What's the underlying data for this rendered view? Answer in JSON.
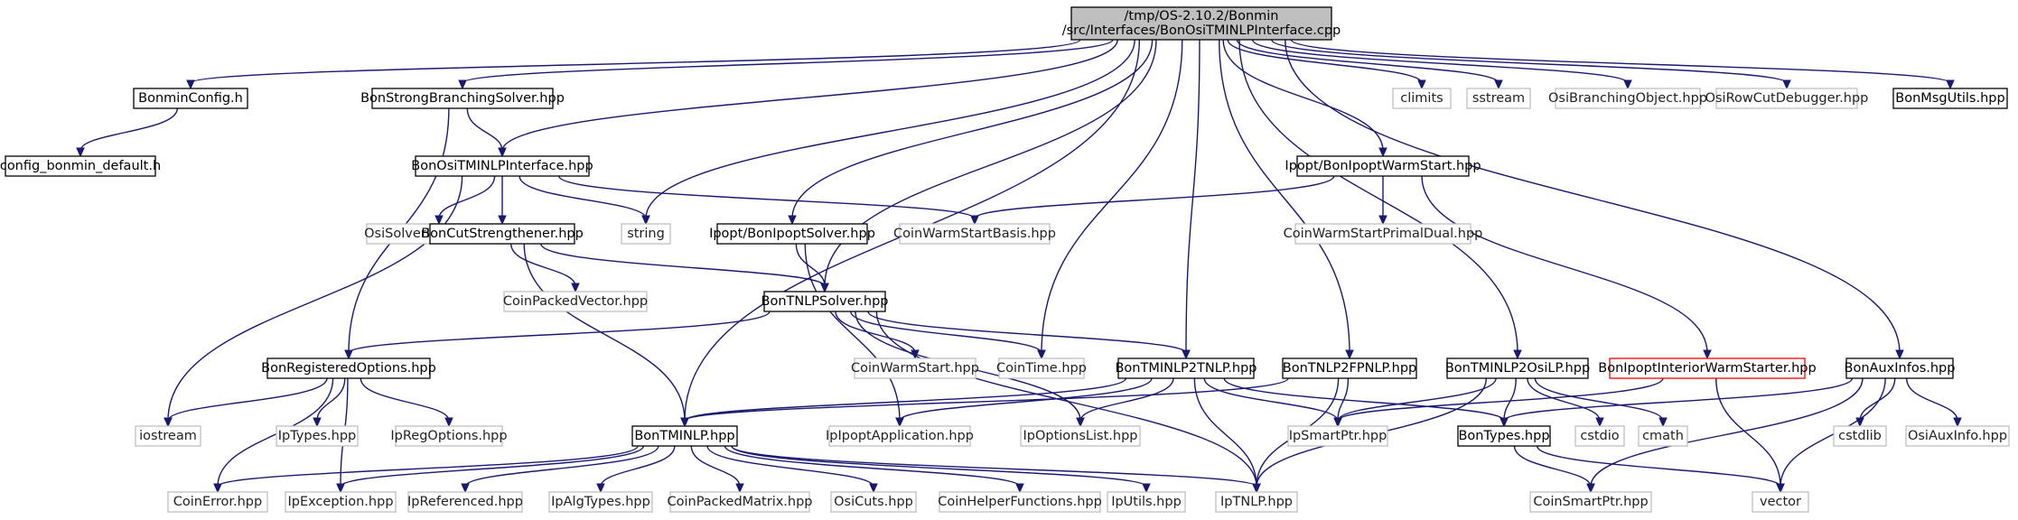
{
  "diagram": {
    "type": "include-dependency-graph",
    "colors": {
      "edge": "#191970",
      "root_fill": "#bfbfbf",
      "node_border": "#000000",
      "external_border": "#bfbfbf",
      "truncated_border": "#ff0000"
    },
    "nodes": [
      {
        "id": "root",
        "lines": [
          "/tmp/OS-2.10.2/Bonmin",
          "/src/Interfaces/BonOsiTMINLPInterface.cpp"
        ],
        "style": "root"
      },
      {
        "id": "bonminconfig",
        "lines": [
          "BonminConfig.h"
        ],
        "style": "normal"
      },
      {
        "id": "configdefault",
        "lines": [
          "config_bonmin_default.h"
        ],
        "style": "normal"
      },
      {
        "id": "strongbranch",
        "lines": [
          "BonStrongBranchingSolver.hpp"
        ],
        "style": "normal"
      },
      {
        "id": "osiinterface",
        "lines": [
          "BonOsiTMINLPInterface.hpp"
        ],
        "style": "normal"
      },
      {
        "id": "climits",
        "lines": [
          "climits"
        ],
        "style": "external"
      },
      {
        "id": "sstream",
        "lines": [
          "sstream"
        ],
        "style": "external"
      },
      {
        "id": "osibranching",
        "lines": [
          "OsiBranchingObject.hpp"
        ],
        "style": "external"
      },
      {
        "id": "osirowcut",
        "lines": [
          "OsiRowCutDebugger.hpp"
        ],
        "style": "external"
      },
      {
        "id": "msgutils",
        "lines": [
          "BonMsgUtils.hpp"
        ],
        "style": "normal"
      },
      {
        "id": "ipoptwarmstart",
        "lines": [
          "Ipopt/BonIpoptWarmStart.hpp"
        ],
        "style": "normal"
      },
      {
        "id": "osisolverif",
        "lines": [
          "OsiSolverInterface.hpp"
        ],
        "style": "external"
      },
      {
        "id": "cutstrength",
        "lines": [
          "BonCutStrengthener.hpp"
        ],
        "style": "normal"
      },
      {
        "id": "string",
        "lines": [
          "string"
        ],
        "style": "external"
      },
      {
        "id": "ipoptsolver",
        "lines": [
          "Ipopt/BonIpoptSolver.hpp"
        ],
        "style": "normal"
      },
      {
        "id": "coinwarmbasis",
        "lines": [
          "CoinWarmStartBasis.hpp"
        ],
        "style": "external"
      },
      {
        "id": "coinwarmprimaldual",
        "lines": [
          "CoinWarmStartPrimalDual.hpp"
        ],
        "style": "external"
      },
      {
        "id": "coinpackedvec",
        "lines": [
          "CoinPackedVector.hpp"
        ],
        "style": "external"
      },
      {
        "id": "tnlpsolver",
        "lines": [
          "BonTNLPSolver.hpp"
        ],
        "style": "normal"
      },
      {
        "id": "regoptions",
        "lines": [
          "BonRegisteredOptions.hpp"
        ],
        "style": "normal"
      },
      {
        "id": "coinwarmstart",
        "lines": [
          "CoinWarmStart.hpp"
        ],
        "style": "external"
      },
      {
        "id": "cointime",
        "lines": [
          "CoinTime.hpp"
        ],
        "style": "external"
      },
      {
        "id": "tminlp2tnlp",
        "lines": [
          "BonTMINLP2TNLP.hpp"
        ],
        "style": "normal"
      },
      {
        "id": "tnlp2fpnlp",
        "lines": [
          "BonTNLP2FPNLP.hpp"
        ],
        "style": "normal"
      },
      {
        "id": "tminlp2osilp",
        "lines": [
          "BonTMINLP2OsiLP.hpp"
        ],
        "style": "normal"
      },
      {
        "id": "ipoptinterior",
        "lines": [
          "BonIpoptInteriorWarmStarter.hpp"
        ],
        "style": "truncated"
      },
      {
        "id": "auxinfos",
        "lines": [
          "BonAuxInfos.hpp"
        ],
        "style": "normal"
      },
      {
        "id": "iostream",
        "lines": [
          "iostream"
        ],
        "style": "external"
      },
      {
        "id": "iptypes",
        "lines": [
          "IpTypes.hpp"
        ],
        "style": "external"
      },
      {
        "id": "ipregoptions",
        "lines": [
          "IpRegOptions.hpp"
        ],
        "style": "external"
      },
      {
        "id": "tminlp",
        "lines": [
          "BonTMINLP.hpp"
        ],
        "style": "normal"
      },
      {
        "id": "ipoptapp",
        "lines": [
          "IpIpoptApplication.hpp"
        ],
        "style": "external"
      },
      {
        "id": "ipoptionslist",
        "lines": [
          "IpOptionsList.hpp"
        ],
        "style": "external"
      },
      {
        "id": "ipsmartptr",
        "lines": [
          "IpSmartPtr.hpp"
        ],
        "style": "external"
      },
      {
        "id": "bontypes",
        "lines": [
          "BonTypes.hpp"
        ],
        "style": "normal"
      },
      {
        "id": "cstdio",
        "lines": [
          "cstdio"
        ],
        "style": "external"
      },
      {
        "id": "cmath",
        "lines": [
          "cmath"
        ],
        "style": "external"
      },
      {
        "id": "cstdlib",
        "lines": [
          "cstdlib"
        ],
        "style": "external"
      },
      {
        "id": "osiauxinfo",
        "lines": [
          "OsiAuxInfo.hpp"
        ],
        "style": "external"
      },
      {
        "id": "coinerror",
        "lines": [
          "CoinError.hpp"
        ],
        "style": "external"
      },
      {
        "id": "ipexception",
        "lines": [
          "IpException.hpp"
        ],
        "style": "external"
      },
      {
        "id": "ipreferenced",
        "lines": [
          "IpReferenced.hpp"
        ],
        "style": "external"
      },
      {
        "id": "ipalgtypes",
        "lines": [
          "IpAlgTypes.hpp"
        ],
        "style": "external"
      },
      {
        "id": "coinpackedmatrix",
        "lines": [
          "CoinPackedMatrix.hpp"
        ],
        "style": "external"
      },
      {
        "id": "osicuts",
        "lines": [
          "OsiCuts.hpp"
        ],
        "style": "external"
      },
      {
        "id": "coinhelper",
        "lines": [
          "CoinHelperFunctions.hpp"
        ],
        "style": "external"
      },
      {
        "id": "iputils",
        "lines": [
          "IpUtils.hpp"
        ],
        "style": "external"
      },
      {
        "id": "iptnlp",
        "lines": [
          "IpTNLP.hpp"
        ],
        "style": "external"
      },
      {
        "id": "coinsmartptr",
        "lines": [
          "CoinSmartPtr.hpp"
        ],
        "style": "external"
      },
      {
        "id": "vector",
        "lines": [
          "vector"
        ],
        "style": "external"
      }
    ],
    "edges": [
      [
        "root",
        "bonminconfig"
      ],
      [
        "root",
        "strongbranch"
      ],
      [
        "root",
        "osiinterface"
      ],
      [
        "root",
        "string"
      ],
      [
        "root",
        "tminlp"
      ],
      [
        "root",
        "ipoptsolver"
      ],
      [
        "root",
        "tnlpsolver"
      ],
      [
        "root",
        "cointime"
      ],
      [
        "root",
        "tminlp2tnlp"
      ],
      [
        "root",
        "tnlp2fpnlp"
      ],
      [
        "root",
        "tminlp2osilp"
      ],
      [
        "root",
        "ipoptwarmstart"
      ],
      [
        "root",
        "climits"
      ],
      [
        "root",
        "sstream"
      ],
      [
        "root",
        "osibranching"
      ],
      [
        "root",
        "osirowcut"
      ],
      [
        "root",
        "msgutils"
      ],
      [
        "root",
        "auxinfos"
      ],
      [
        "bonminconfig",
        "configdefault"
      ],
      [
        "strongbranch",
        "osiinterface"
      ],
      [
        "strongbranch",
        "regoptions"
      ],
      [
        "osiinterface",
        "iostream"
      ],
      [
        "osiinterface",
        "osisolverif"
      ],
      [
        "osiinterface",
        "cutstrength"
      ],
      [
        "osiinterface",
        "string"
      ],
      [
        "osiinterface",
        "coinwarmbasis"
      ],
      [
        "cutstrength",
        "coinpackedvec"
      ],
      [
        "cutstrength",
        "tnlpsolver"
      ],
      [
        "cutstrength",
        "tminlp"
      ],
      [
        "ipoptsolver",
        "tnlpsolver"
      ],
      [
        "ipoptsolver",
        "ipoptapp"
      ],
      [
        "ipoptwarmstart",
        "coinwarmbasis"
      ],
      [
        "ipoptwarmstart",
        "coinwarmprimaldual"
      ],
      [
        "ipoptwarmstart",
        "ipoptinterior"
      ],
      [
        "tnlpsolver",
        "regoptions"
      ],
      [
        "tnlpsolver",
        "coinwarmstart"
      ],
      [
        "tnlpsolver",
        "cointime"
      ],
      [
        "tnlpsolver",
        "tminlp2tnlp"
      ],
      [
        "tnlpsolver",
        "ipoptionslist"
      ],
      [
        "tnlpsolver",
        "iptnlp"
      ],
      [
        "regoptions",
        "iostream"
      ],
      [
        "regoptions",
        "iptypes"
      ],
      [
        "regoptions",
        "ipregoptions"
      ],
      [
        "regoptions",
        "coinerror"
      ],
      [
        "regoptions",
        "ipexception"
      ],
      [
        "tminlp2tnlp",
        "tminlp"
      ],
      [
        "tminlp2tnlp",
        "ipoptapp"
      ],
      [
        "tminlp2tnlp",
        "ipoptionslist"
      ],
      [
        "tminlp2tnlp",
        "ipsmartptr"
      ],
      [
        "tminlp2tnlp",
        "bontypes"
      ],
      [
        "tminlp2tnlp",
        "iptnlp"
      ],
      [
        "tnlp2fpnlp",
        "tminlp"
      ],
      [
        "tnlp2fpnlp",
        "ipsmartptr"
      ],
      [
        "tnlp2fpnlp",
        "iptnlp"
      ],
      [
        "tminlp2osilp",
        "ipsmartptr"
      ],
      [
        "tminlp2osilp",
        "bontypes"
      ],
      [
        "tminlp2osilp",
        "cstdio"
      ],
      [
        "tminlp2osilp",
        "cmath"
      ],
      [
        "tminlp2osilp",
        "iptnlp"
      ],
      [
        "ipoptinterior",
        "ipsmartptr"
      ],
      [
        "ipoptinterior",
        "vector"
      ],
      [
        "auxinfos",
        "bontypes"
      ],
      [
        "auxinfos",
        "cstdlib"
      ],
      [
        "auxinfos",
        "osiauxinfo"
      ],
      [
        "auxinfos",
        "coinsmartptr"
      ],
      [
        "auxinfos",
        "vector"
      ],
      [
        "tminlp",
        "coinerror"
      ],
      [
        "tminlp",
        "ipexception"
      ],
      [
        "tminlp",
        "ipreferenced"
      ],
      [
        "tminlp",
        "ipalgtypes"
      ],
      [
        "tminlp",
        "coinpackedmatrix"
      ],
      [
        "tminlp",
        "osicuts"
      ],
      [
        "tminlp",
        "coinhelper"
      ],
      [
        "tminlp",
        "iputils"
      ],
      [
        "tminlp",
        "iptnlp"
      ],
      [
        "bontypes",
        "coinsmartptr"
      ],
      [
        "bontypes",
        "vector"
      ]
    ]
  }
}
